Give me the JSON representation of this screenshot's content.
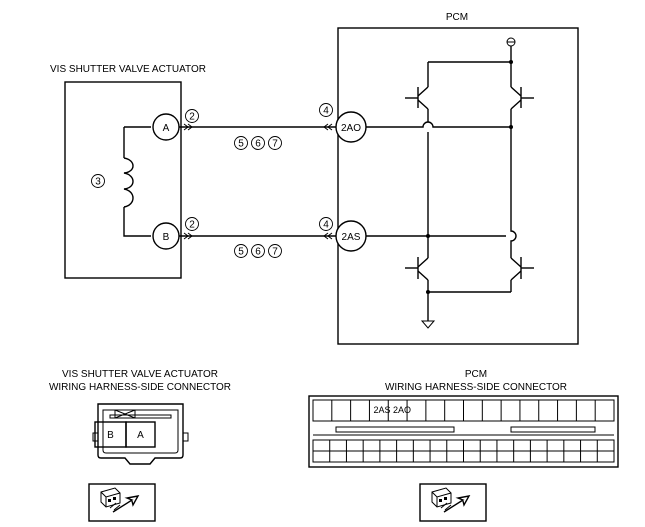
{
  "pcm": {
    "title": "PCM",
    "pins": {
      "ao": "2AO",
      "as": "2AS"
    }
  },
  "actuator": {
    "title": "VIS SHUTTER VALVE ACTUATOR",
    "pins": {
      "a": "A",
      "b": "B"
    }
  },
  "callouts": {
    "c2": "2",
    "c3": "3",
    "c4": "4",
    "c5": "5",
    "c6": "6",
    "c7": "7"
  },
  "actuator_connector": {
    "title_line1": "VIS SHUTTER VALVE ACTUATOR",
    "title_line2": "WIRING HARNESS-SIDE CONNECTOR",
    "pin_b": "B",
    "pin_a": "A"
  },
  "pcm_connector": {
    "title_line1": "PCM",
    "title_line2": "WIRING HARNESS-SIDE CONNECTOR",
    "cell_2as": "2AS",
    "cell_2ao": "2AO"
  }
}
